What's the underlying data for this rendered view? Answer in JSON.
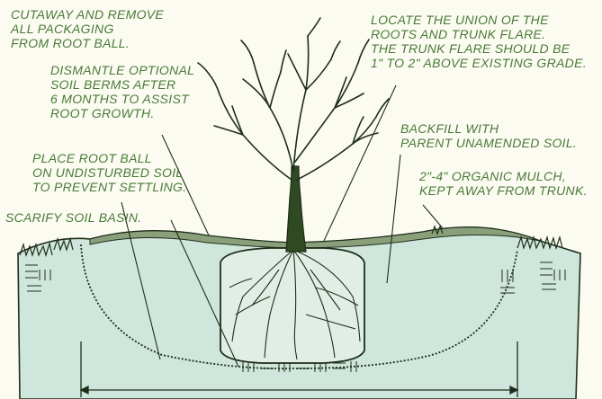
{
  "annotations": {
    "cutaway": [
      "CUTAWAY AND REMOVE",
      "ALL PACKAGING",
      "FROM ROOT BALL."
    ],
    "berms": [
      "DISMANTLE OPTIONAL",
      "SOIL BERMS AFTER",
      "6 MONTHS TO ASSIST",
      "ROOT GROWTH."
    ],
    "root_ball": [
      "PLACE ROOT BALL",
      "ON UNDISTURBED SOIL",
      "TO PREVENT SETTLING."
    ],
    "scarify": [
      "SCARIFY SOIL BASIN."
    ],
    "union": [
      "LOCATE THE UNION OF THE",
      "ROOTS AND TRUNK FLARE.",
      "THE TRUNK FLARE SHOULD BE",
      "1\" TO 2\" ABOVE EXISTING GRADE."
    ],
    "backfill": [
      "BACKFILL WITH",
      "PARENT UNAMENDED SOIL."
    ],
    "mulch": [
      "2\"-4\" ORGANIC MULCH,",
      "KEPT AWAY FROM TRUNK."
    ]
  },
  "colors": {
    "text": "#4a7a37",
    "ink": "#1f2e1a",
    "soil": "#cfe6dc",
    "trunk": "#2f4a22",
    "background": "#fbfbf1"
  }
}
